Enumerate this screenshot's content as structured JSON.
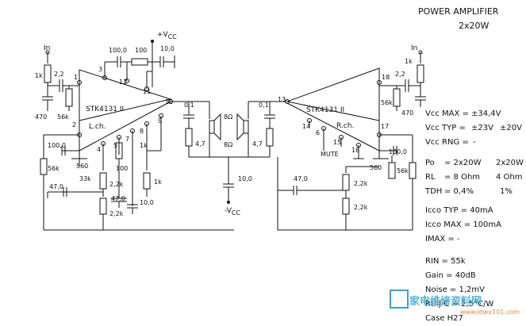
{
  "title": {
    "line1": "POWER AMPLIFIER",
    "line2": "2x20W"
  },
  "supply": {
    "pos": "+V",
    "pos_sub": "CC",
    "neg": "-V",
    "neg_sub": "CC"
  },
  "ic": {
    "left_label": "STK4131 II",
    "left_ch": "L.ch.",
    "right_label": "STK4131 II",
    "right_ch": "R.ch.",
    "mute": "MUTE"
  },
  "pins": {
    "p1": "1",
    "p2": "2",
    "p3": "3",
    "p4": "4",
    "p5": "5",
    "p6": "6",
    "p7": "7",
    "p8": "8",
    "p9": "9",
    "p10": "10",
    "p11": "11",
    "p12": "12",
    "p13": "13",
    "p14": "14",
    "p15": "15",
    "p16": "16",
    "p17": "17",
    "p18": "18"
  },
  "components": {
    "in_left": "In",
    "in_right": "In",
    "r_1k_l": "1k",
    "c_22_l": "2,2",
    "c_470_l": "470",
    "r_56k_l": "56k",
    "c_100_top": "100,0",
    "r_100_top": "100",
    "c_10_top": "10,0",
    "c_01_l": "0,1",
    "r_47_l": "4,7",
    "spk_l": "8Ω",
    "c_1000_l": "100,0",
    "r_56k_l2": "56k",
    "r_560_l": "560",
    "r_33k": "33k",
    "r_100_l": "100",
    "r_1k_mid": "1k",
    "r_1k_mid2": "1k",
    "c_47_l": "47,0",
    "r_22k_l": "2,2k",
    "c_47_l2": "47,0",
    "r_22k_l2": "2,2k",
    "c_10_l": "10,0",
    "c_10_center": "10,0",
    "c_01_r": "0,1",
    "r_47_r": "4,7",
    "spk_r": "8Ω",
    "r_1k_r": "1k",
    "c_22_r": "2,2",
    "r_56k_r": "56k",
    "c_470_r": "470",
    "c_1000_r": "100,0",
    "r_560_r": "560",
    "r_56k_r2": "56k",
    "c_47_r": "47,0",
    "r_22k_r": "2,2k",
    "r_22k_r2": "2,2k"
  },
  "specs": {
    "vcc_max_label": "Vcc MAX =",
    "vcc_max_val": "±34,4V",
    "vcc_typ_label": "Vcc TYP =",
    "vcc_typ_val": "±23V",
    "vcc_typ_val2": "±20V",
    "vcc_rng_label": "Vcc RNG =",
    "vcc_rng_val": "-",
    "po_label": "Po",
    "po_val": "= 2x20W",
    "po_val2": "2x20W",
    "rl_label": "RL",
    "rl_val": "= 8 Ohm",
    "rl_val2": "4 Ohm",
    "tdh_label": "TDH",
    "tdh_val": "= 0,4%",
    "tdh_val2": "1%",
    "icco_typ": "Icco TYP = 40mA",
    "icco_max": "Icco MAX = 100mA",
    "imax": "IMAX  =  -",
    "rin": "RIN   = 55k",
    "gain": "Gain  = 40dB",
    "noise": "Noise = 1,2mV",
    "rthj": "RthJ-C = 2,5°C/W",
    "case": "Case  H27"
  },
  "watermark": {
    "text": "家电维修资料网",
    "url": "www.jdwx101.com"
  }
}
